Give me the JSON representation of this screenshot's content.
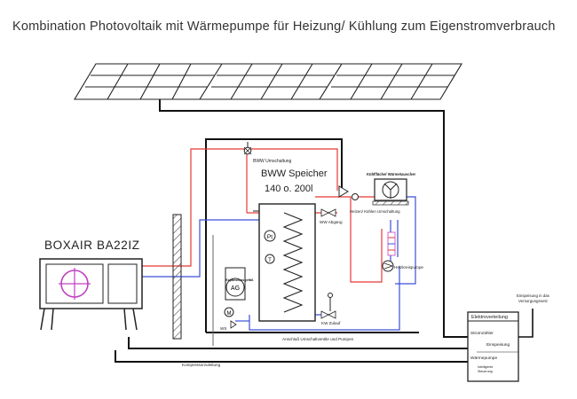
{
  "title": "Kombination Photovoltaik mit Wärmepumpe für Heizung/ Kühlung zum Eigenstromverbrauch",
  "labels": {
    "boxair": "BOXAIR BA22IZ",
    "speicher_line1": "BWW Speicher",
    "speicher_line2": "140 o. 200l",
    "bww_umschaltung": "BWW Umschaltung",
    "kuehlflaeche": "Kühlfläche/ Wärmetauscher",
    "heizen_kuehlen": "Heizen/ Kühlen Umschaltung",
    "ww_abgang": "WW Abgang",
    "heizkreispumpe": "Heizkreispumpe",
    "expansion": "Expansionsgefäß",
    "ag": "AG",
    "kw_zulauf": "KW Zulauf",
    "ws": "WS",
    "anschluss": "Anschluß Umschaltventile und Pumpen",
    "kompressor": "Kompressorzuleitung",
    "einspeisung_netz_1": "Einspeisung in das",
    "einspeisung_netz_2": "Versorgungsnetz",
    "elektroverteilung": "Elektroverteilung",
    "stromzaehler": "Stromzähler",
    "einspeisung": "Einspeisung",
    "waermepumpe": "Wärmepumpe",
    "intelligente_1": "Intelligente",
    "intelligente_2": "Steuerung",
    "fuehler_t": "T",
    "fuehler_pt": "Pt",
    "m": "M"
  },
  "colors": {
    "hot": "#e53935",
    "cold": "#3a4fd8",
    "cable": "#111111",
    "accent": "#c040c0"
  }
}
